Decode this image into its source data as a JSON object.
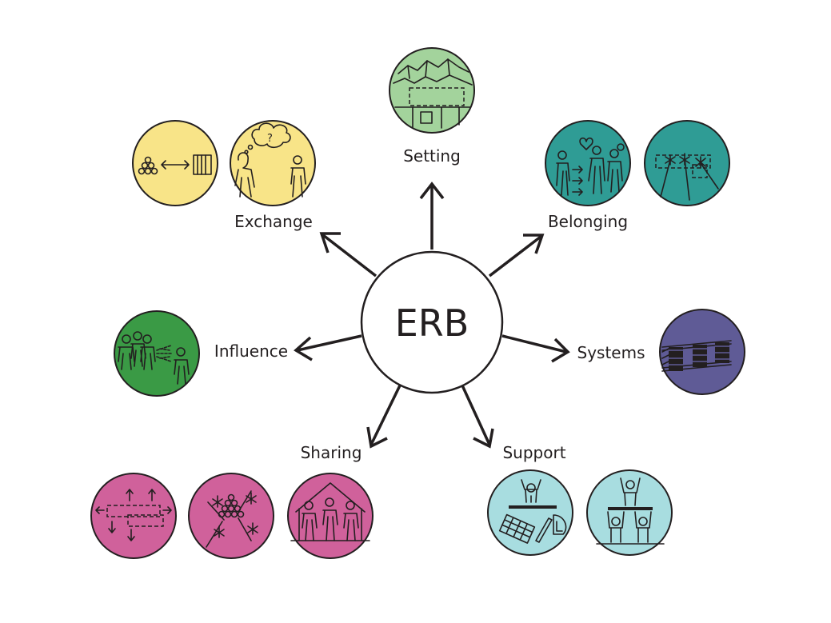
{
  "center": {
    "label": "ERB"
  },
  "themes": {
    "setting": {
      "label": "Setting",
      "color": "#a3d39c",
      "icons": [
        "landscape-building-icon"
      ]
    },
    "belonging": {
      "label": "Belonging",
      "color": "#2f9c95",
      "icons": [
        "people-heart-icon",
        "dashed-spark-icon"
      ]
    },
    "systems": {
      "label": "Systems",
      "color": "#5f5b96",
      "icons": [
        "shelves-icon"
      ]
    },
    "support": {
      "label": "Support",
      "color": "#a8dde0",
      "icons": [
        "raised-person-tools-icon",
        "supporting-people-icon"
      ]
    },
    "sharing": {
      "label": "Sharing",
      "color": "#d0619b",
      "icons": [
        "dashed-arrows-icon",
        "cluster-spark-icon",
        "people-house-icon"
      ]
    },
    "influence": {
      "label": "Influence",
      "color": "#3a9a45",
      "icons": [
        "group-spray-icon"
      ]
    },
    "exchange": {
      "label": "Exchange",
      "color": "#f8e488",
      "icons": [
        "exchange-arrow-icon",
        "thought-bubble-icon"
      ]
    }
  }
}
